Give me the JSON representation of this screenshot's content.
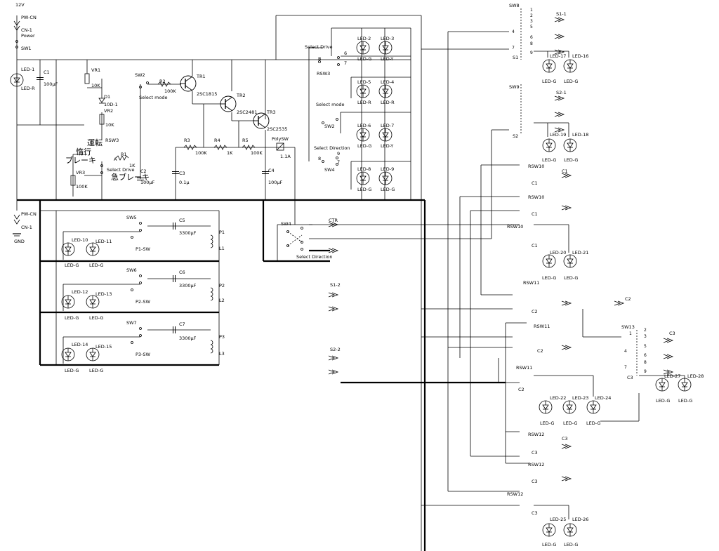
{
  "power": {
    "v12": "12V",
    "pw_cn_top": "PW-CN",
    "cn1_top": "CN-1",
    "power": "Power",
    "sw1": "SW1",
    "pw_cn_bot": "PW-CN",
    "cn1_bot": "CN-1",
    "gnd": "GND"
  },
  "left": {
    "led1": "LED-1",
    "led1_color": "LED-R",
    "c1": "C1",
    "c1_val": "100μF",
    "vr1": "VR1",
    "vr1_val": "10K",
    "d1": "D1",
    "d1_val": "10D-1",
    "vr2": "VR2",
    "vr2_val": "10K",
    "unten": "運転",
    "rsw3": "RSW3",
    "inertia": "惰行",
    "brake": "ブレーキ",
    "vr3": "VR3",
    "vr3_val": "100K",
    "r1": "R1",
    "r1_val": "1K",
    "a": "A",
    "select_drive": "Select Drive",
    "emergency": "急ブレーキ",
    "c2": "C2",
    "c2_val": "100μF"
  },
  "mid": {
    "sw2": "SW2",
    "select_mode": "Select mode",
    "r2": "R2",
    "r2_val": "100K",
    "tr1": "TR1",
    "tr1_val": "2SC1815",
    "tr2": "TR2",
    "tr2_val": "2SC2481",
    "tr3": "TR3",
    "tr3_val": "2SC2535",
    "r3": "R3",
    "r3_val": "100K",
    "r4": "R4",
    "r4_val": "1K",
    "r5": "R5",
    "r5_val": "100K",
    "c3": "C3",
    "c3_val": "0.1μ",
    "polysw": "PolySW",
    "polysw_val": "1.1A",
    "c4": "C4",
    "c4_val": "100μF"
  },
  "switchpanel": {
    "select_drive": "Select Drive",
    "b": "B",
    "n6": "6",
    "n7": "7",
    "rsw3": "RSW3",
    "select_mode": "Select mode",
    "sw2": "SW2",
    "select_direction": "Select Direction",
    "n8": "8",
    "n9": "9",
    "n7b": "7",
    "sw4": "SW4",
    "leds": [
      {
        "name": "LED-2",
        "color": "LED-G"
      },
      {
        "name": "LED-3",
        "color": "LED-Y"
      },
      {
        "name": "LED-5",
        "color": "LED-R"
      },
      {
        "name": "LED-4",
        "color": "LED-R"
      },
      {
        "name": "LED-6",
        "color": "LED-G"
      },
      {
        "name": "LED-7",
        "color": "LED-Y"
      },
      {
        "name": "LED-8",
        "color": "LED-G"
      },
      {
        "name": "LED-9",
        "color": "LED-G"
      }
    ]
  },
  "points": {
    "sw5": "SW5",
    "sw6": "SW6",
    "sw7": "SW7",
    "c5": "C5",
    "c5_val": "3300μF",
    "c6": "C6",
    "c6_val": "3300μF",
    "c7": "C7",
    "c7_val": "3300μF",
    "p1": "P1",
    "l1": "L1",
    "p2": "P2",
    "l2": "L2",
    "p3": "P3",
    "l3": "L3",
    "p1sw": "P1-SW",
    "p2sw": "P2-SW",
    "p3sw": "P3-SW",
    "led10": "LED-10",
    "led11": "LED-11",
    "led12": "LED-12",
    "led13": "LED-13",
    "led14": "LED-14",
    "led15": "LED-15",
    "ledg": "LED-G"
  },
  "direction": {
    "sw4": "SW4",
    "ctr": "CTR",
    "select_direction": "Select Direction"
  },
  "right": {
    "sw8": "SW8",
    "sw9": "SW9",
    "s1_1": "S1-1",
    "s2_1": "S2-1",
    "s1": "S1",
    "s2": "S2",
    "led17": "LED-17",
    "led16": "LED-16",
    "led19": "LED-19",
    "led18": "LED-18",
    "rsw10": "RSW10",
    "rsw11": "RSW11",
    "rsw12": "RSW12",
    "c1": "C1",
    "c2": "C2",
    "c3": "C3",
    "led20": "LED-20",
    "led21": "LED-21",
    "led22": "LED-22",
    "led23": "LED-23",
    "led24": "LED-24",
    "led25": "LED-25",
    "led26": "LED-26",
    "led27": "LED-27",
    "led28": "LED-28",
    "sw13": "SW13",
    "s1_2": "S1-2",
    "s2_2": "S2-2",
    "ledg": "LED-G",
    "n1": "1",
    "n2": "2",
    "n3": "3",
    "n4": "4",
    "n5": "5",
    "n6": "6",
    "n7": "7",
    "n8": "8",
    "n9": "9"
  }
}
